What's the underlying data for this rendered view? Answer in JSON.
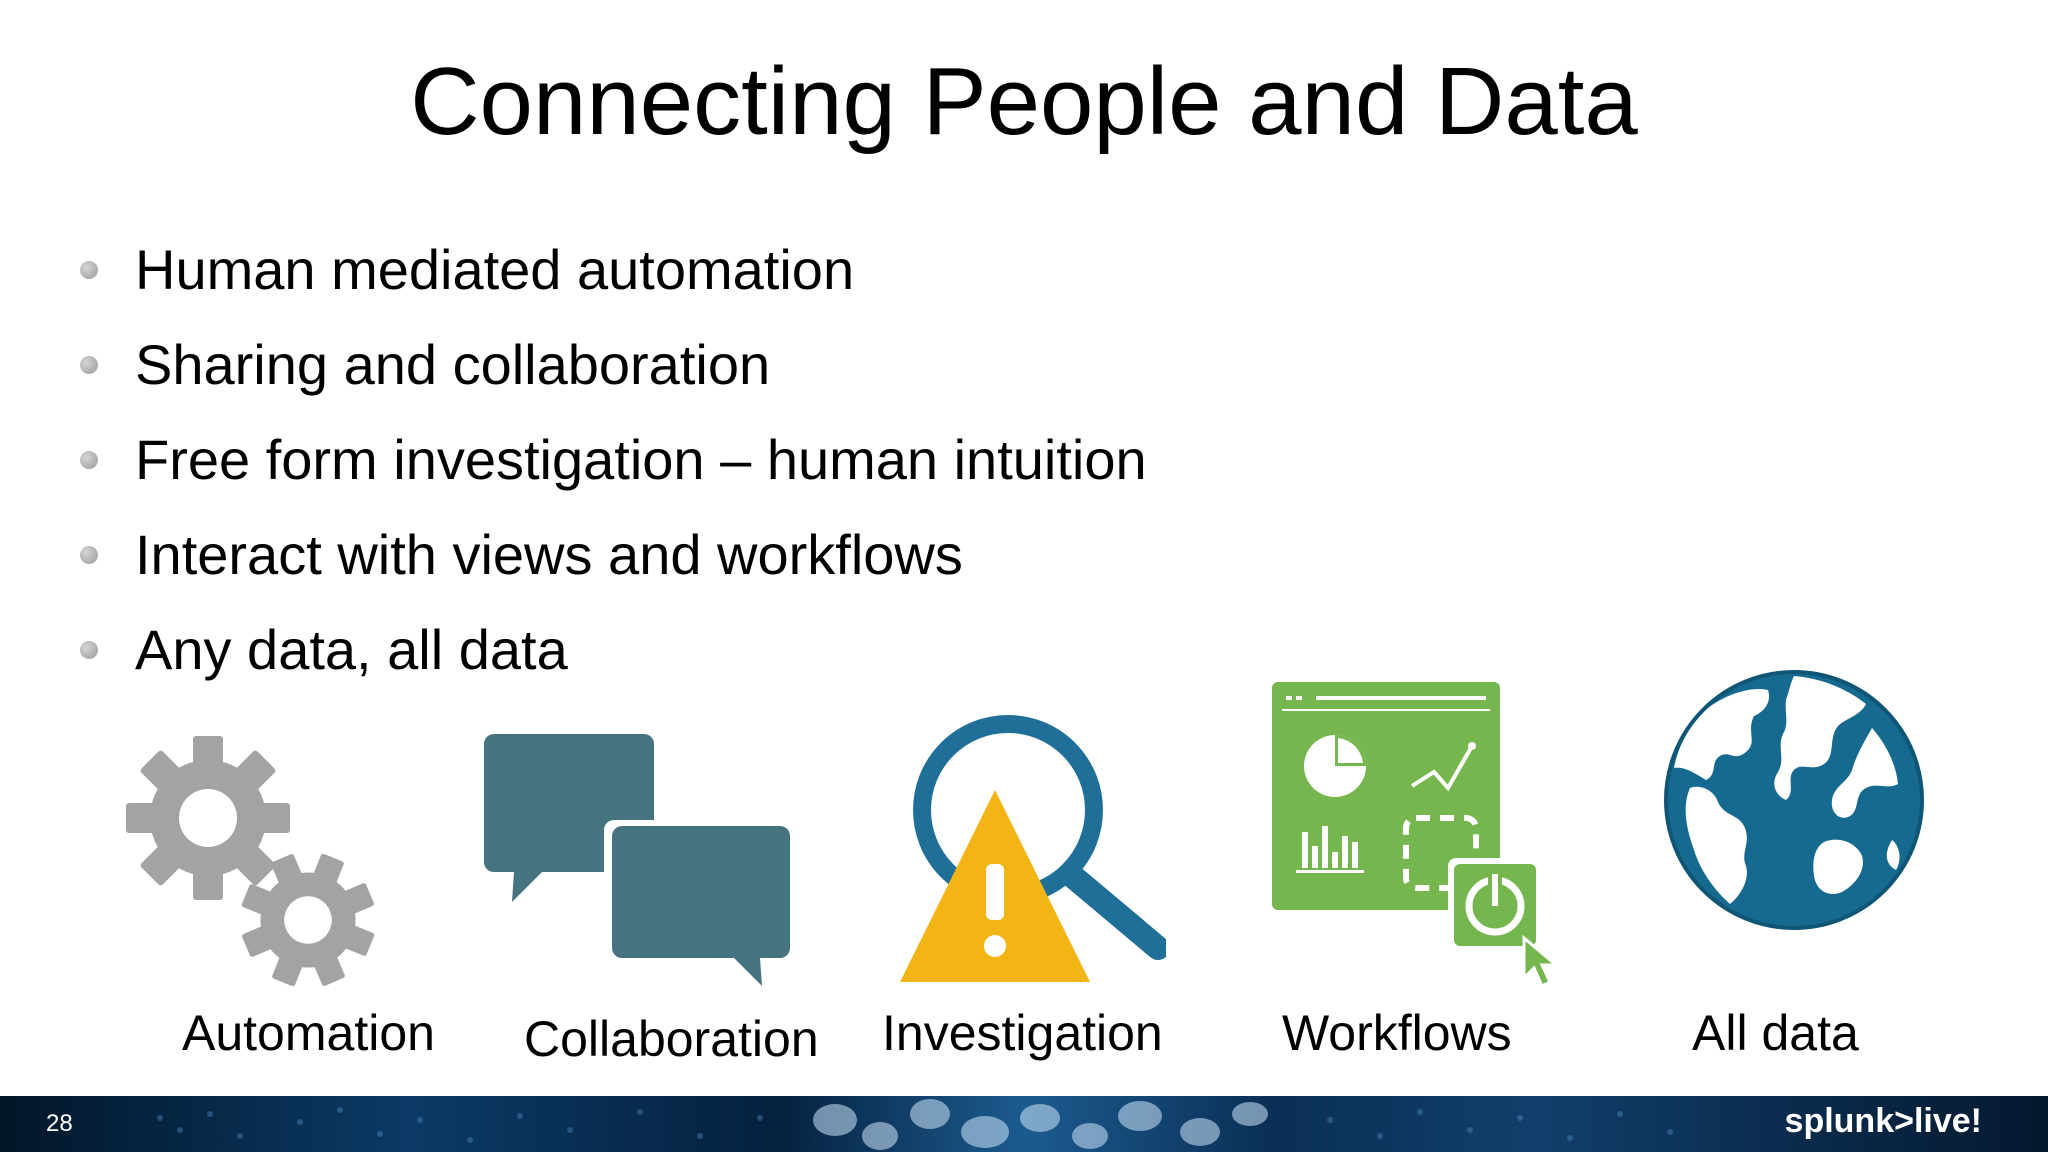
{
  "slide": {
    "title": "Connecting People and Data",
    "bullets": [
      "Human mediated automation",
      "Sharing and collaboration",
      "Free form investigation – human intuition",
      "Interact with views and workflows",
      "Any data, all data"
    ],
    "icons": [
      {
        "name": "gears-icon",
        "caption": "Automation",
        "color": "#a3a3a3"
      },
      {
        "name": "speech-bubbles-icon",
        "caption": "Collaboration",
        "color": "#45737f"
      },
      {
        "name": "magnifier-warning-icon",
        "caption": "Investigation",
        "color": "#1f6f99"
      },
      {
        "name": "dashboard-workflow-icon",
        "caption": "Workflows",
        "color": "#75b64f"
      },
      {
        "name": "globe-icon",
        "caption": "All data",
        "color": "#16698f"
      }
    ],
    "footer": {
      "page_number": "28",
      "brand": "splunk>live!"
    }
  }
}
